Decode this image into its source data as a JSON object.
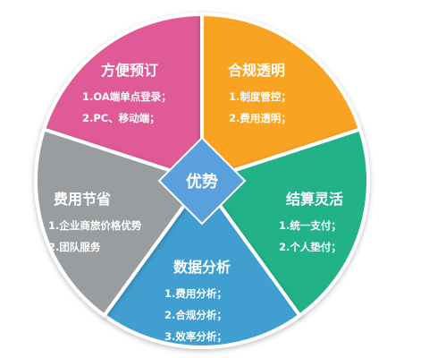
{
  "diagram": {
    "center": {
      "label": "优势",
      "color": "#5aa0dc"
    },
    "segments": [
      {
        "title": "方便预订",
        "items": [
          "1.OA端单点登录；",
          "2.PC、移动端；"
        ],
        "color": "#df5a97"
      },
      {
        "title": "合规透明",
        "items": [
          "1.制度管控；",
          "2.费用透明；"
        ],
        "color": "#f8a322"
      },
      {
        "title": "结算灵活",
        "items": [
          "1.统一支付；",
          "2.个人垫付；"
        ],
        "color": "#21b288"
      },
      {
        "title": "数据分析",
        "items": [
          "1.费用分析；",
          "2.合规分析；",
          "3.效率分析；"
        ],
        "color": "#3f9fd0"
      },
      {
        "title": "费用节省",
        "items": [
          "1.企业商旅价格优势",
          "2.团队服务"
        ],
        "color": "#9a9d9f"
      }
    ]
  }
}
